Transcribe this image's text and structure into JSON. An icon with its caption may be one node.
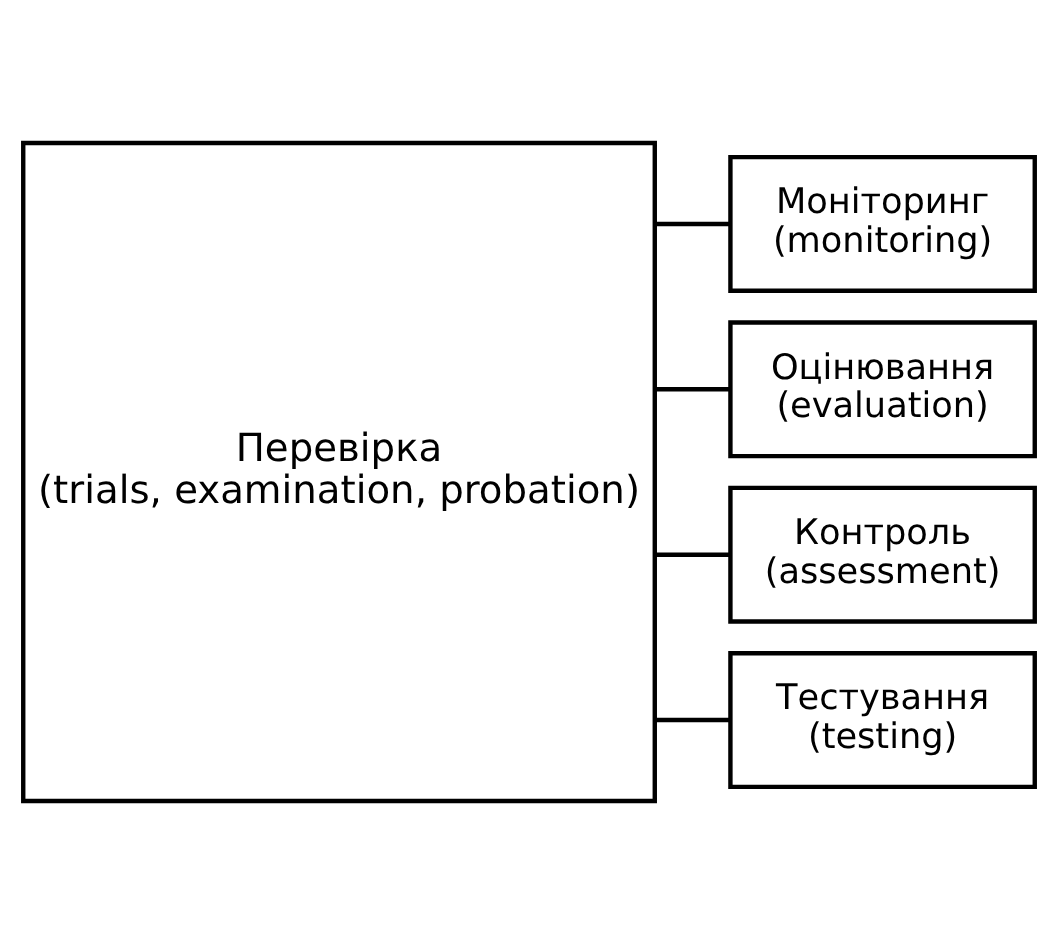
{
  "diagram": {
    "nodes": [
      {
        "text": [
          "Перевірка",
          "(trials, examination, probation)"
        ]
      },
      {
        "text": [
          "Моніторинг",
          "(monitoring)"
        ]
      },
      {
        "text": [
          "Оцінювання",
          "(evaluation)"
        ]
      },
      {
        "text": [
          "Контроль",
          "(assessment)"
        ]
      },
      {
        "text": [
          "Тестування",
          "(testing)"
        ]
      }
    ],
    "edges": [
      {
        "from": 0,
        "to": 1,
        "arrow": "none"
      },
      {
        "from": 0,
        "to": 2,
        "arrow": "none"
      },
      {
        "from": 0,
        "to": 3,
        "arrow": "none"
      },
      {
        "from": 0,
        "to": 4,
        "arrow": "none"
      }
    ]
  }
}
